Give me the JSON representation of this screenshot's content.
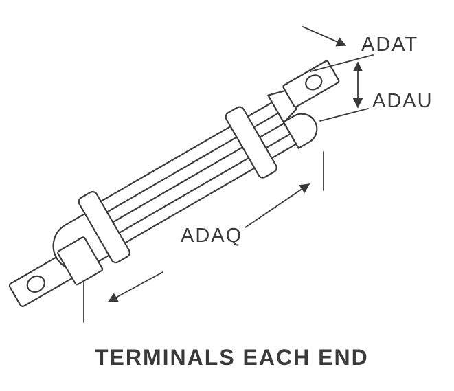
{
  "drawing": {
    "labels": {
      "adat": "ADAT",
      "adau": "ADAU",
      "adaq": "ADAQ"
    },
    "caption": "TERMINALS EACH END",
    "line_color": "#3a3a3a",
    "text_color": "#3a3a3a",
    "background": "#ffffff"
  }
}
